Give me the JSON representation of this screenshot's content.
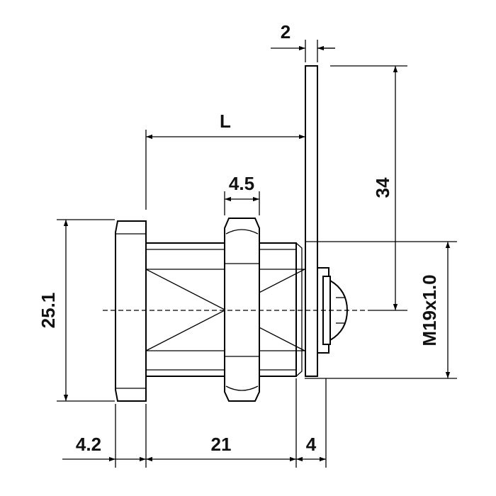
{
  "dimensions": {
    "cam_thickness": "2",
    "length": "L",
    "nut_thickness": "4.5",
    "cam_length": "34",
    "thread": "M19x1.0",
    "head_diameter": "25.1",
    "head_thickness": "4.2",
    "body_length": "21",
    "cam_offset": "4"
  },
  "colors": {
    "line": "#000000",
    "text": "#111111",
    "background": "#ffffff"
  }
}
